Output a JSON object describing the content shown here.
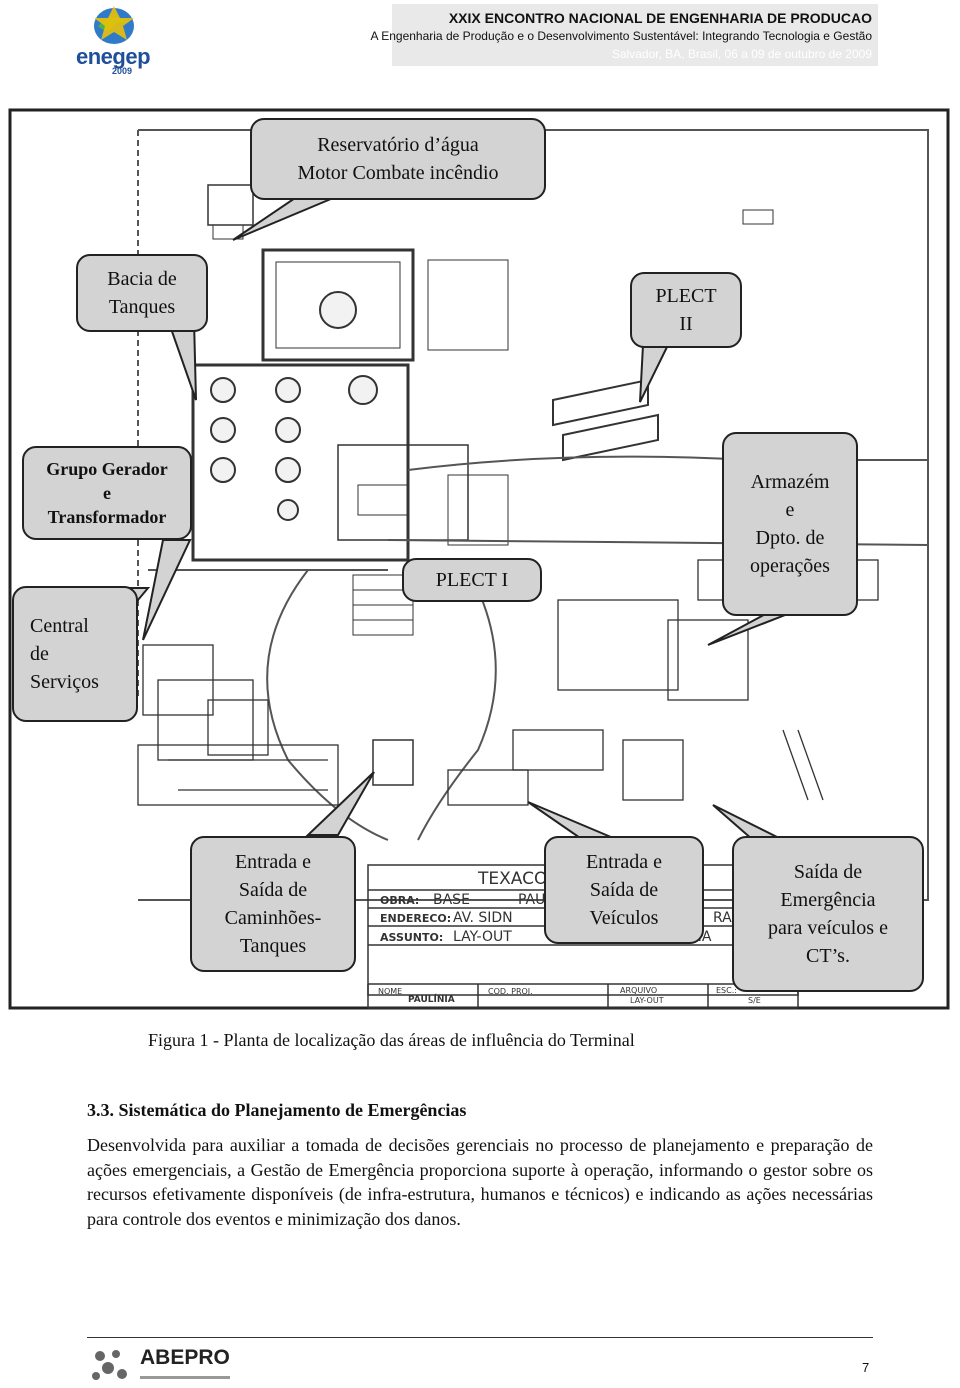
{
  "header": {
    "logo_text": "enegep",
    "logo_year": "2009",
    "conference_title": "XXIX ENCONTRO NACIONAL DE ENGENHARIA DE PRODUCAO",
    "conference_theme": "A Engenharia de Produção e o Desenvolvimento Sustentável: Integrando Tecnologia e Gestão",
    "conference_place_date": "Salvador, BA, Brasil, 06 a 09 de outubro de 2009"
  },
  "figure": {
    "callouts": {
      "reservatorio": [
        "Reservatório d’água",
        "Motor Combate incêndio"
      ],
      "bacia": [
        "Bacia de",
        "Tanques"
      ],
      "plect2": [
        "PLECT",
        "II"
      ],
      "grupo_gerador": [
        "Grupo Gerador",
        "e",
        "Transformador"
      ],
      "armazem": [
        "Armazém",
        "e",
        "Dpto. de",
        "operações"
      ],
      "plect1": [
        "PLECT I"
      ],
      "central": [
        "Central",
        "de",
        "Serviços"
      ],
      "entrada_caminhoes": [
        "Entrada e",
        "Saída de",
        "Caminhões-",
        "Tanques"
      ],
      "entrada_veiculos": [
        "Entrada e",
        "Saída de",
        "Veículos"
      ],
      "saida_emergencia": [
        "Saída de",
        "Emergência",
        "para veículos e",
        "CT’s."
      ]
    },
    "title_block": {
      "company_partial": "TEXACO",
      "company_tail": "A.",
      "obra_label": "OBRA:",
      "obra_value": "BASE",
      "obra_value_tail": "PAU",
      "endereco_label": "ENDERECO:",
      "endereco_value": "AV. SIDN",
      "endereco_tail": "RA,",
      "assunto_label": "ASSUNTO:",
      "assunto_value": "LAY-OUT",
      "assunto_tail": "PAULINIA",
      "nome_label": "NOME",
      "nome_value": "PAULÍNIA",
      "cod_label": "COD. PROJ.",
      "arquivo_label": "ARQUIVO",
      "arquivo_value": "LAY-OUT",
      "esc_label": "ESC.:",
      "esc_value": "S/E"
    }
  },
  "caption": "Figura 1 - Planta de localização das áreas de influência do Terminal",
  "section": {
    "heading": "3.3. Sistemática do Planejamento de Emergências",
    "paragraph": "Desenvolvida para auxiliar a tomada de decisões gerenciais no processo de planejamento e preparação de ações emergenciais, a Gestão de Emergência proporciona suporte à operação, informando o gestor sobre os recursos efetivamente disponíveis (de infra-estrutura, humanos e técnicos) e indicando as ações necessárias para controle dos eventos e minimização dos danos."
  },
  "footer": {
    "logo_text": "ABEPRO",
    "page_number": "7"
  }
}
